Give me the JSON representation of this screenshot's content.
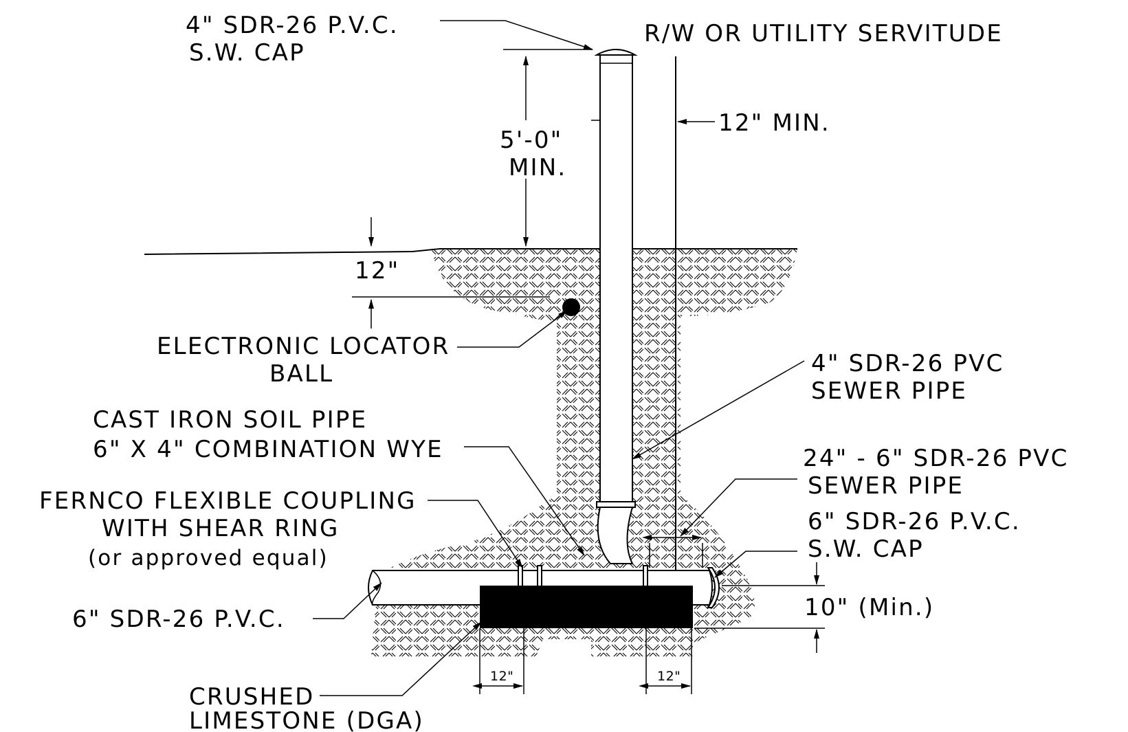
{
  "labels": {
    "cap4_line1": "4\" SDR-26 P.V.C.",
    "cap4_line2": "S.W. CAP",
    "row": "R/W OR UTILITY SERVITUDE",
    "min12": "12\" MIN.",
    "height_line1": "5'-0\"",
    "height_line2": "MIN.",
    "depth12": "12\"",
    "locator_line1": "ELECTRONIC LOCATOR",
    "locator_line2": "BALL",
    "sewer4_line1": "4\" SDR-26 PVC",
    "sewer4_line2": "SEWER PIPE",
    "wye_line1": "CAST IRON SOIL PIPE",
    "wye_line2": "6\" X 4\" COMBINATION WYE",
    "sewer24_line1": "24\" - 6\" SDR-26 PVC",
    "sewer24_line2": "SEWER PIPE",
    "fernco_line1": "FERNCO FLEXIBLE COUPLING",
    "fernco_line2": "WITH SHEAR RING",
    "fernco_line3": "(or approved equal)",
    "cap6_line1": "6\" SDR-26 P.V.C.",
    "cap6_line2": "S.W. CAP",
    "pvc6": "6\" SDR-26 P.V.C.",
    "min10": "10\" (Min.)",
    "bed_left": "12\"",
    "bed_right": "12\"",
    "limestone_line1": "CRUSHED",
    "limestone_line2": "LIMESTONE (DGA)"
  }
}
